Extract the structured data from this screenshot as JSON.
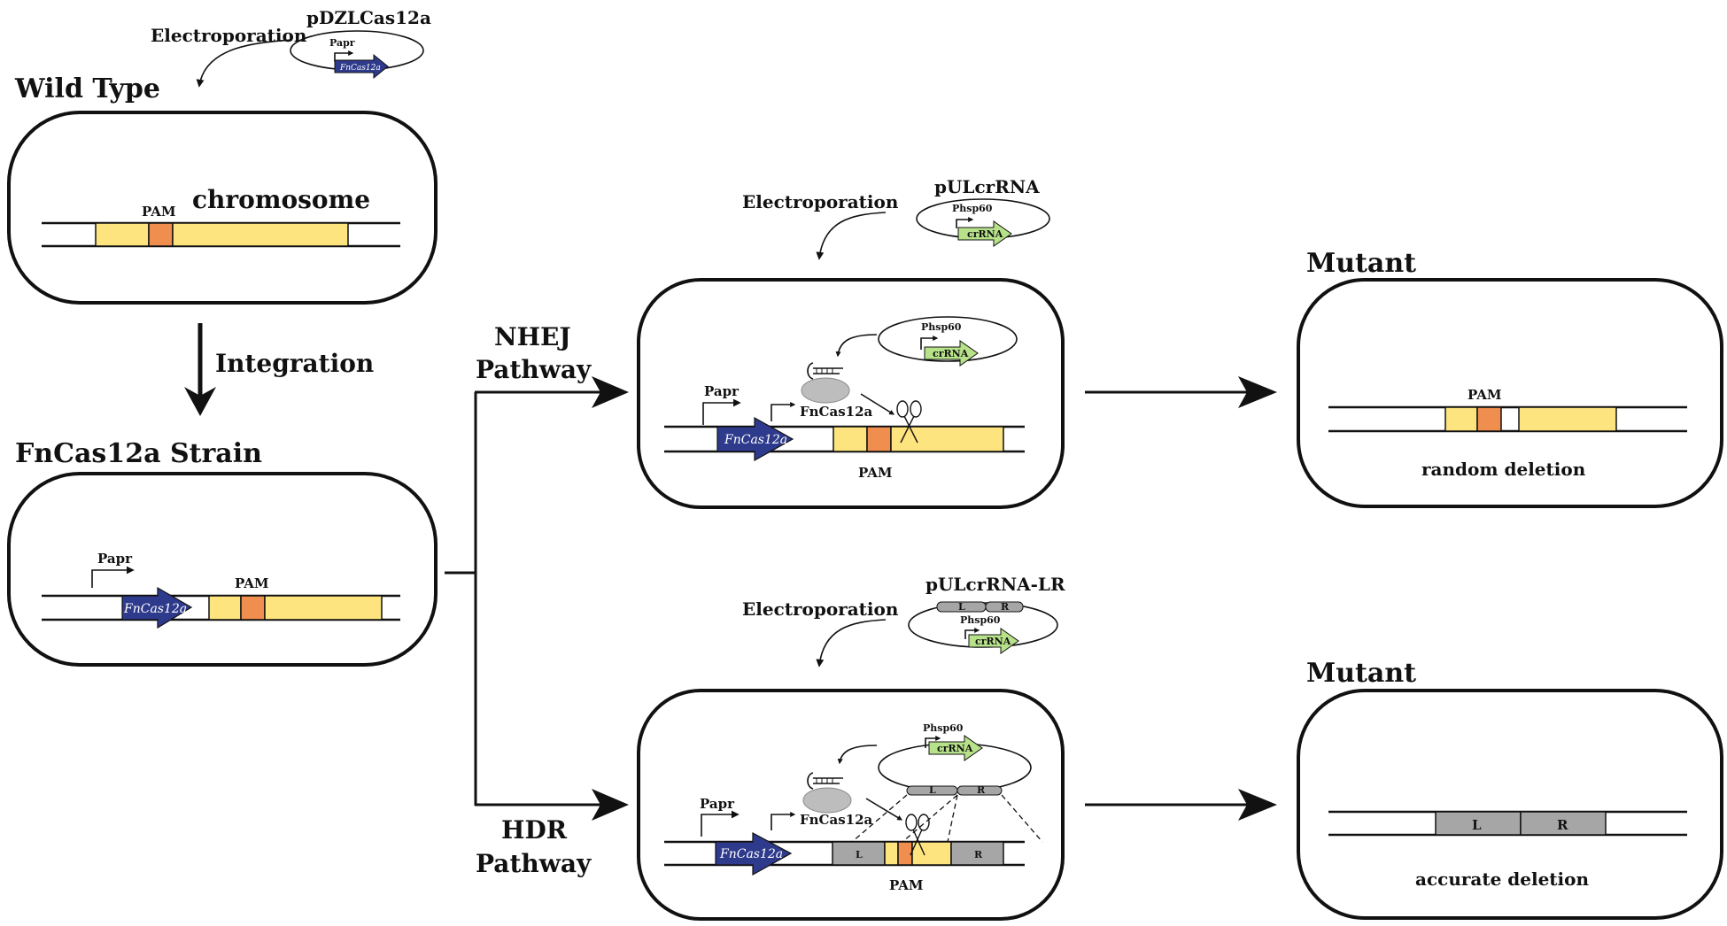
{
  "colors": {
    "gene_yellow": "#fde47f",
    "pam_orange": "#ef8e4e",
    "cas_blue": "#2e3a8c",
    "crrna_green": "#b7e28a",
    "arm_gray": "#a6a6a6",
    "protein_gray": "#bdbdbd",
    "outline": "#111111"
  },
  "icons": [
    "plasmid-icon",
    "scissors-icon",
    "protein-icon",
    "crrna-icon",
    "promoter-icon",
    "flow-arrow-icon"
  ],
  "labels": {
    "electroporation": "Electroporation",
    "plasmid_cas": "pDZLCas12a",
    "papr": "Papr",
    "fncas12a_gene": "FnCas12a",
    "wild_type": "Wild Type",
    "pam": "PAM",
    "chromosome": "chromosome",
    "integration": "Integration",
    "strain": "FnCas12a Strain",
    "nhej_1": "NHEJ",
    "nhej_2": "Pathway",
    "hdr_1": "HDR",
    "hdr_2": "Pathway",
    "plasmid_crrna": "pULcrRNA",
    "plasmid_crrna_lr": "pULcrRNA-LR",
    "phsp60": "Phsp60",
    "crrna": "crRNA",
    "fncas12a_protein": "FnCas12a",
    "mutant": "Mutant",
    "random_deletion": "random deletion",
    "accurate_deletion": "accurate deletion",
    "left_arm": "L",
    "right_arm": "R"
  }
}
